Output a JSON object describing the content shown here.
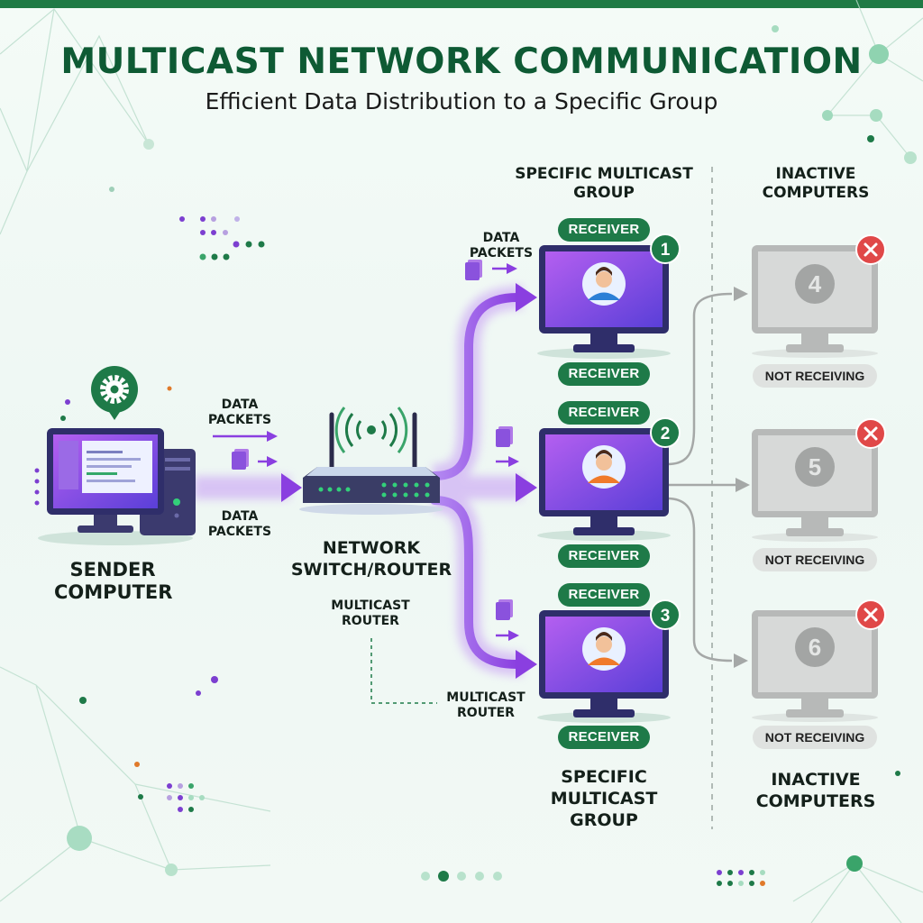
{
  "header": {
    "title": "MULTICAST NETWORK COMMUNICATION",
    "subtitle": "Efficient Data Distribution to a Specific Group"
  },
  "sender": {
    "label": "SENDER COMPUTER",
    "icon": "gear-icon"
  },
  "switch": {
    "label": "NETWORK SWITCH/ROUTER",
    "icon": "router-icon"
  },
  "packet_labels": {
    "top": "DATA PACKETS",
    "bottom": "DATA PACKETS",
    "group_side": "DATA PACKETS"
  },
  "multicast_router_labels": [
    "MULTICAST ROUTER",
    "MULTICAST ROUTER"
  ],
  "group": {
    "heading_top": "SPECIFIC MULTICAST GROUP",
    "heading_bottom": "SPECIFIC MULTICAST GROUP",
    "receiver_label": "RECEIVER",
    "receivers": [
      {
        "number": "1"
      },
      {
        "number": "2"
      },
      {
        "number": "3"
      }
    ]
  },
  "inactive": {
    "heading_top": "INACTIVE COMPUTERS",
    "heading_bottom": "INACTIVE COMPUTERS",
    "status_label": "NOT RECEIVING",
    "computers": [
      {
        "number": "4"
      },
      {
        "number": "5"
      },
      {
        "number": "6"
      }
    ]
  },
  "colors": {
    "accent_green": "#1e7a48",
    "title_green": "#0e5a34",
    "flow_purple": "#8a3fe0",
    "inactive_grey": "#a5a8a7",
    "error_red": "#e04848"
  }
}
